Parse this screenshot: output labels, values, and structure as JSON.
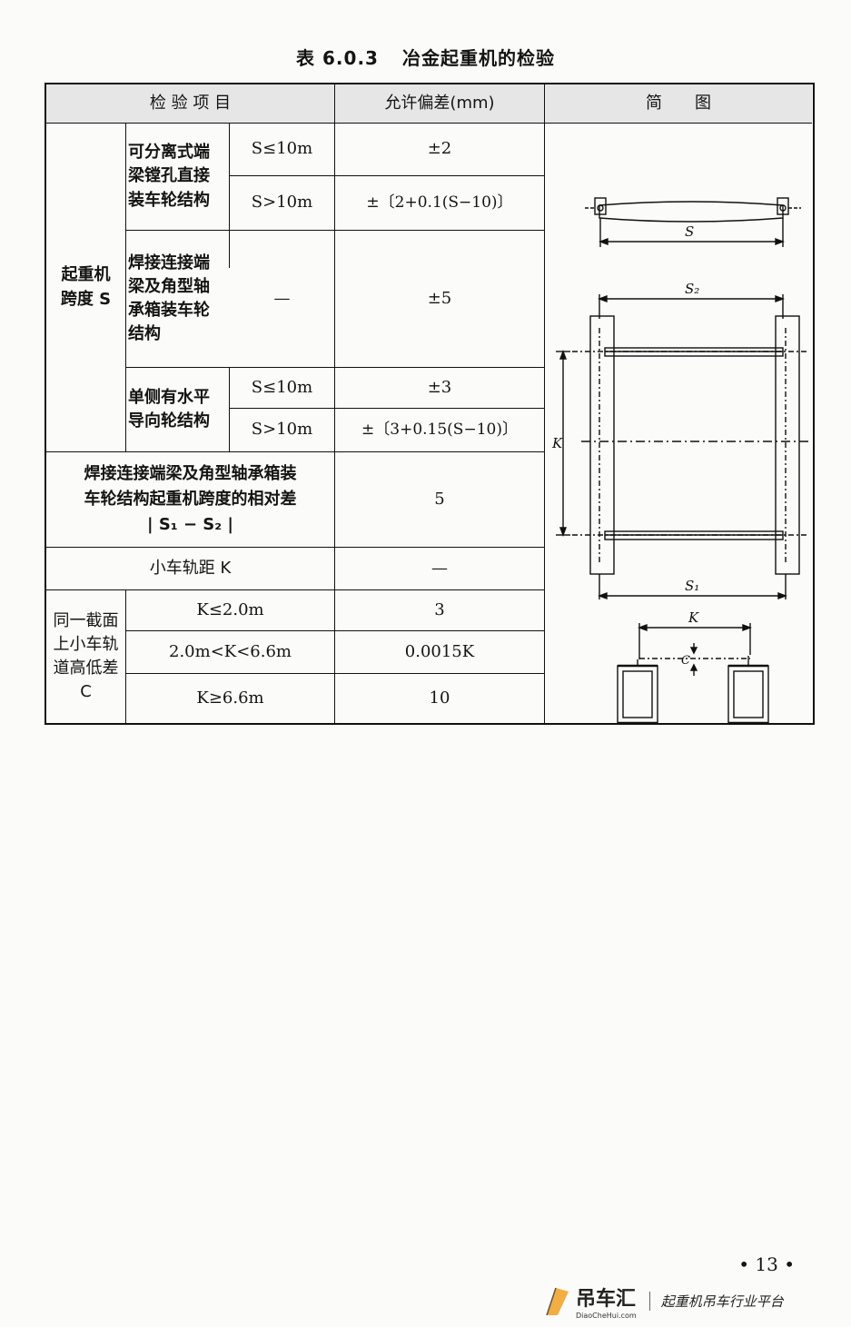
{
  "caption": {
    "number": "表 6.0.3",
    "title": "冶金起重机的检验"
  },
  "table": {
    "headers": {
      "item": "检 验 项 目",
      "tolerance": "允许偏差(mm)",
      "sketch": "简　　图"
    },
    "span": {
      "label": "起重机\n跨度 S",
      "groups": [
        {
          "name": "可分离式端\n梁镗孔直接\n装车轮结构",
          "rows": [
            {
              "cond": "S≤10m",
              "tol": "±2"
            },
            {
              "cond": "S>10m",
              "tol": "±〔2+0.1(S−10)〕"
            }
          ]
        },
        {
          "name": "焊接连接端\n梁及角型轴\n承箱装车轮\n结构",
          "rows": [
            {
              "cond": "—",
              "tol": "±5"
            }
          ]
        },
        {
          "name": "单侧有水平\n导向轮结构",
          "rows": [
            {
              "cond": "S≤10m",
              "tol": "±3"
            },
            {
              "cond": "S>10m",
              "tol": "±〔3+0.15(S−10)〕"
            }
          ]
        }
      ]
    },
    "relative_diff": {
      "label": "焊接连接端梁及角型轴承箱装\n车轮结构起重机跨度的相对差\n| S₁ − S₂ |",
      "tol": "5"
    },
    "trolley_gauge": {
      "label": "小车轨距 K",
      "tol": "—"
    },
    "rail_height": {
      "label": "同一截面\n上小车轨\n道高低差\nC",
      "rows": [
        {
          "cond": "K≤2.0m",
          "tol": "3"
        },
        {
          "cond": "2.0m<K<6.6m",
          "tol": "0.0015K"
        },
        {
          "cond": "K≥6.6m",
          "tol": "10"
        }
      ]
    },
    "sketch_labels": {
      "s": "S",
      "s2": "S₂",
      "s1": "S₁",
      "k": "K",
      "k2": "K",
      "c": "C"
    }
  },
  "page_number": "• 13 •",
  "footer": {
    "brand": "吊车汇",
    "brand_url": "DiaoCheHui.com",
    "slogan": "起重机吊车行业平台"
  }
}
